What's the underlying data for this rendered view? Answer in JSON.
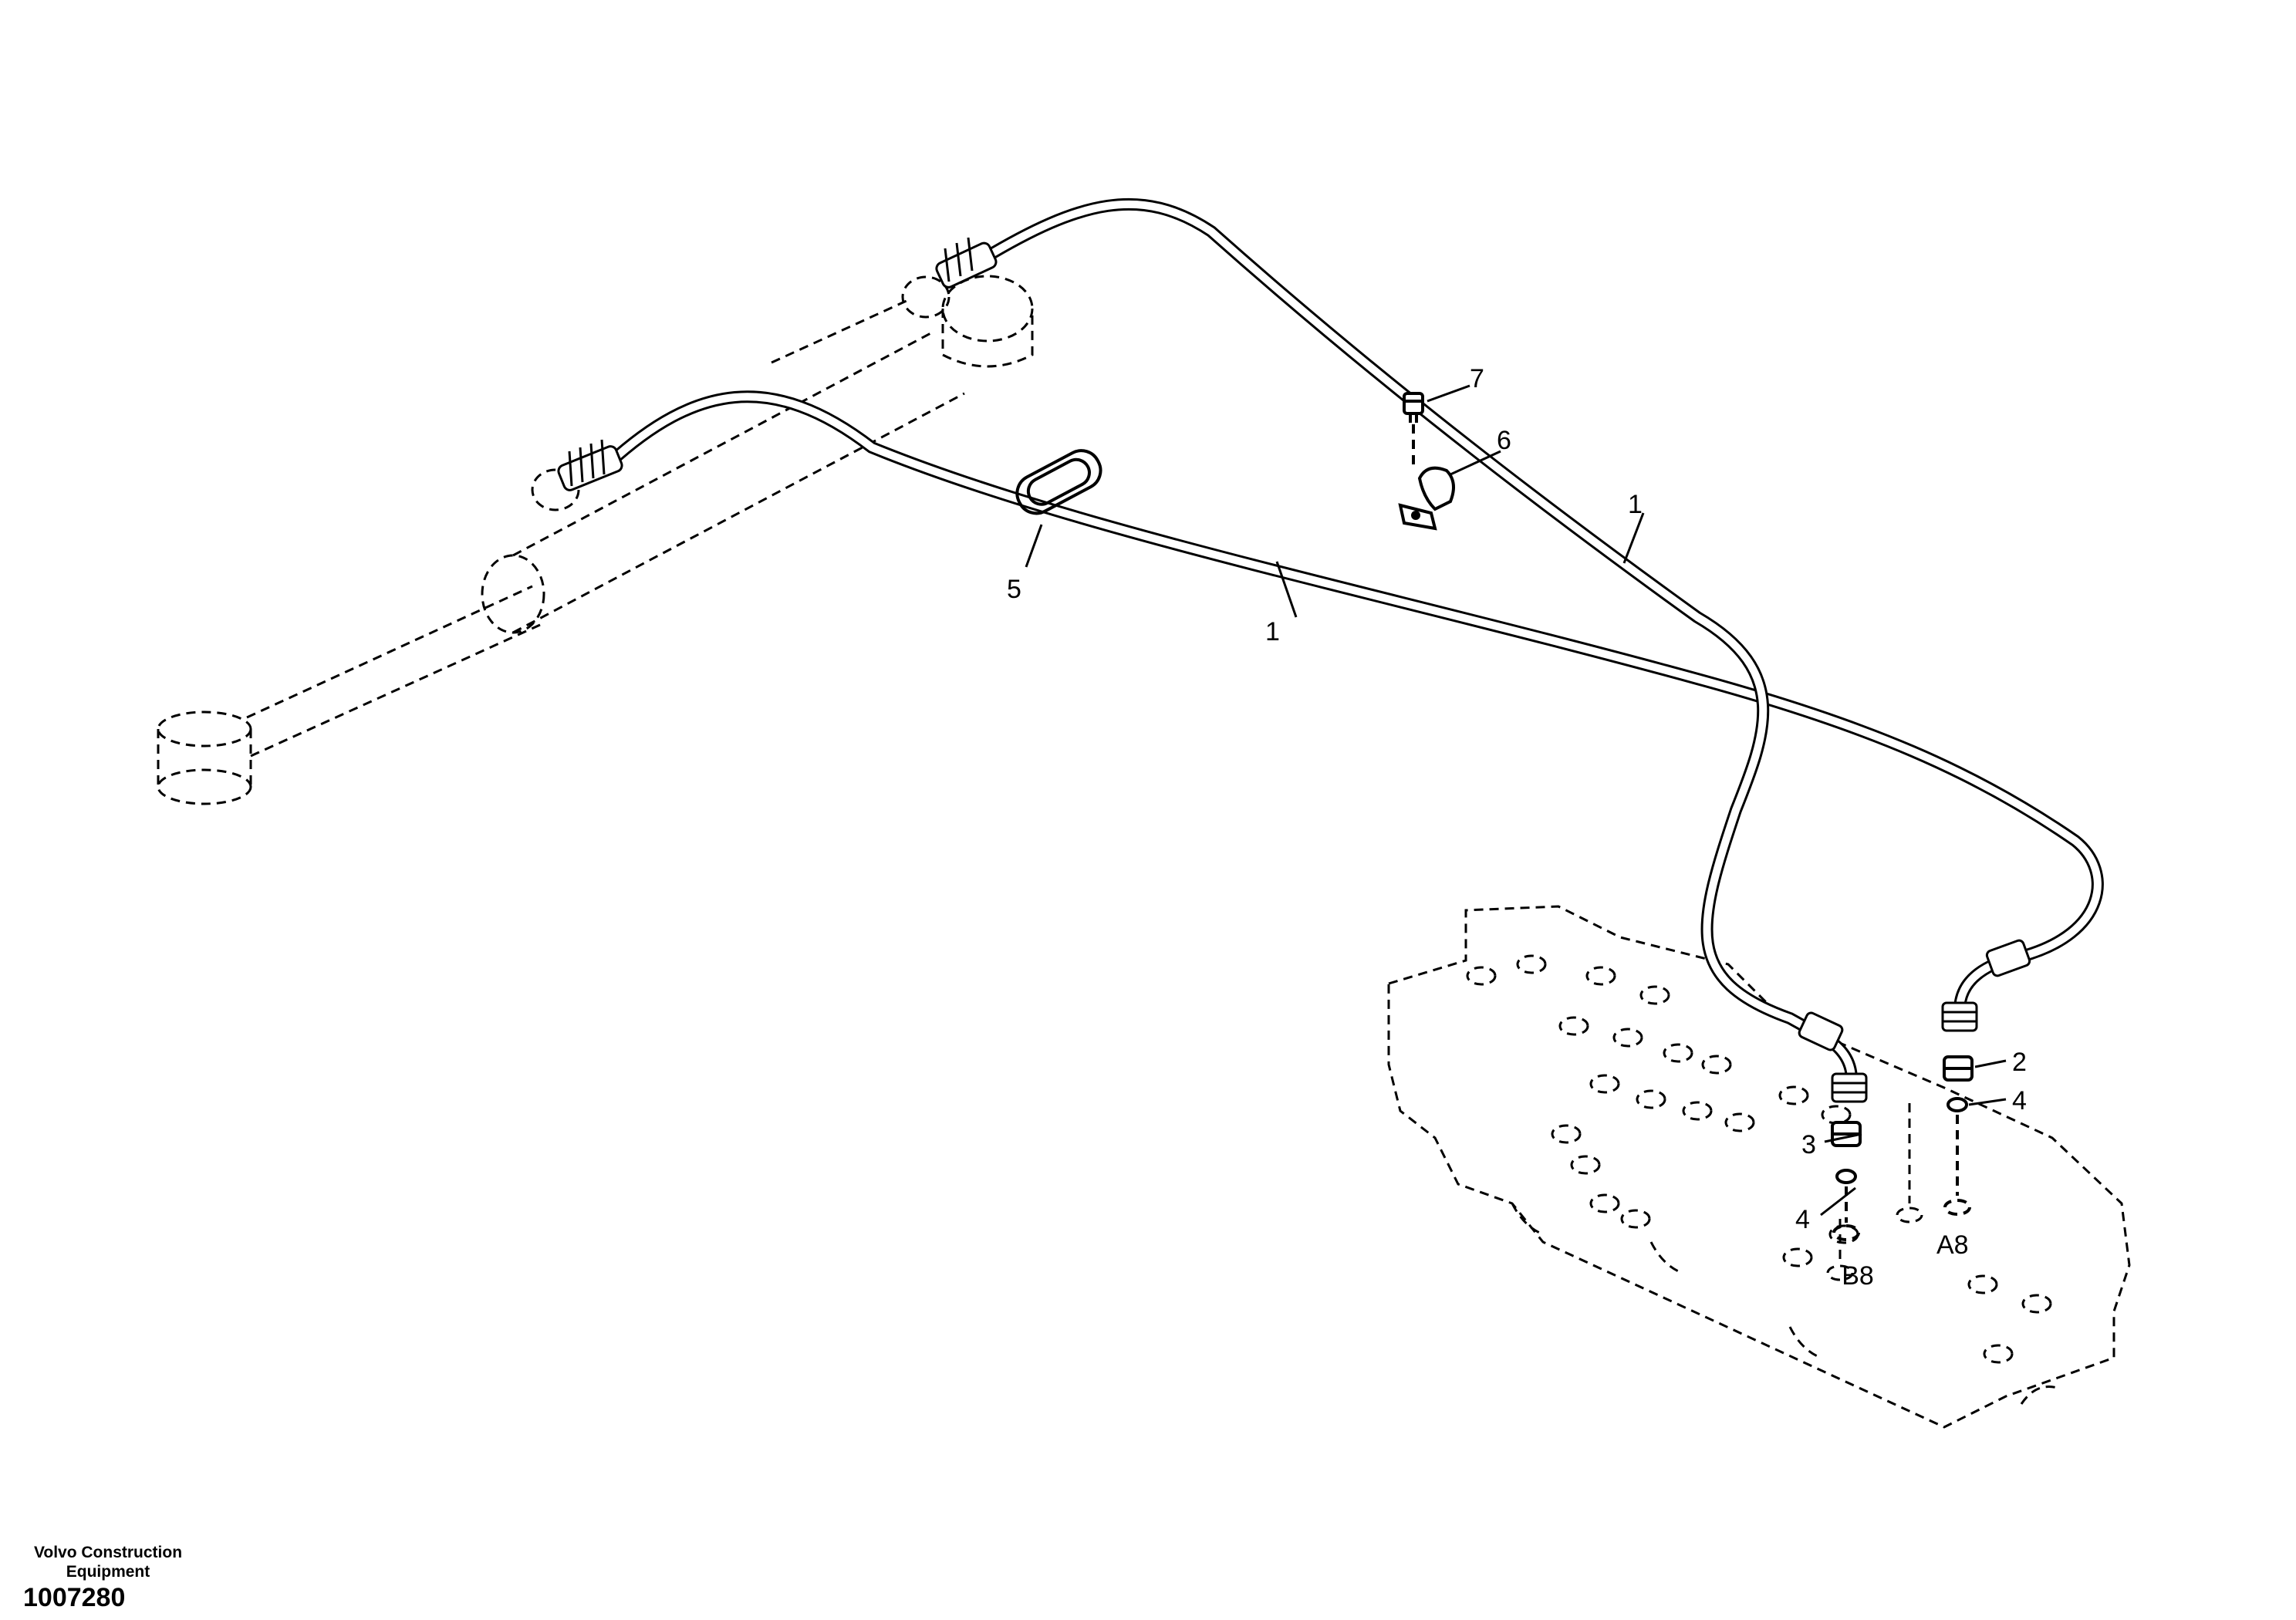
{
  "callouts": {
    "pipe_upper": "1",
    "pipe_lower": "1",
    "nipple_a": "2",
    "nipple_b": "3",
    "oring_a": "4",
    "oring_b": "4",
    "grommet": "5",
    "clamp": "6",
    "screw": "7"
  },
  "ports": {
    "a": "A8",
    "b": "B8"
  },
  "footer": {
    "company_line1": "Volvo Construction",
    "company_line2": "Equipment",
    "drawing_number": "1007280"
  }
}
